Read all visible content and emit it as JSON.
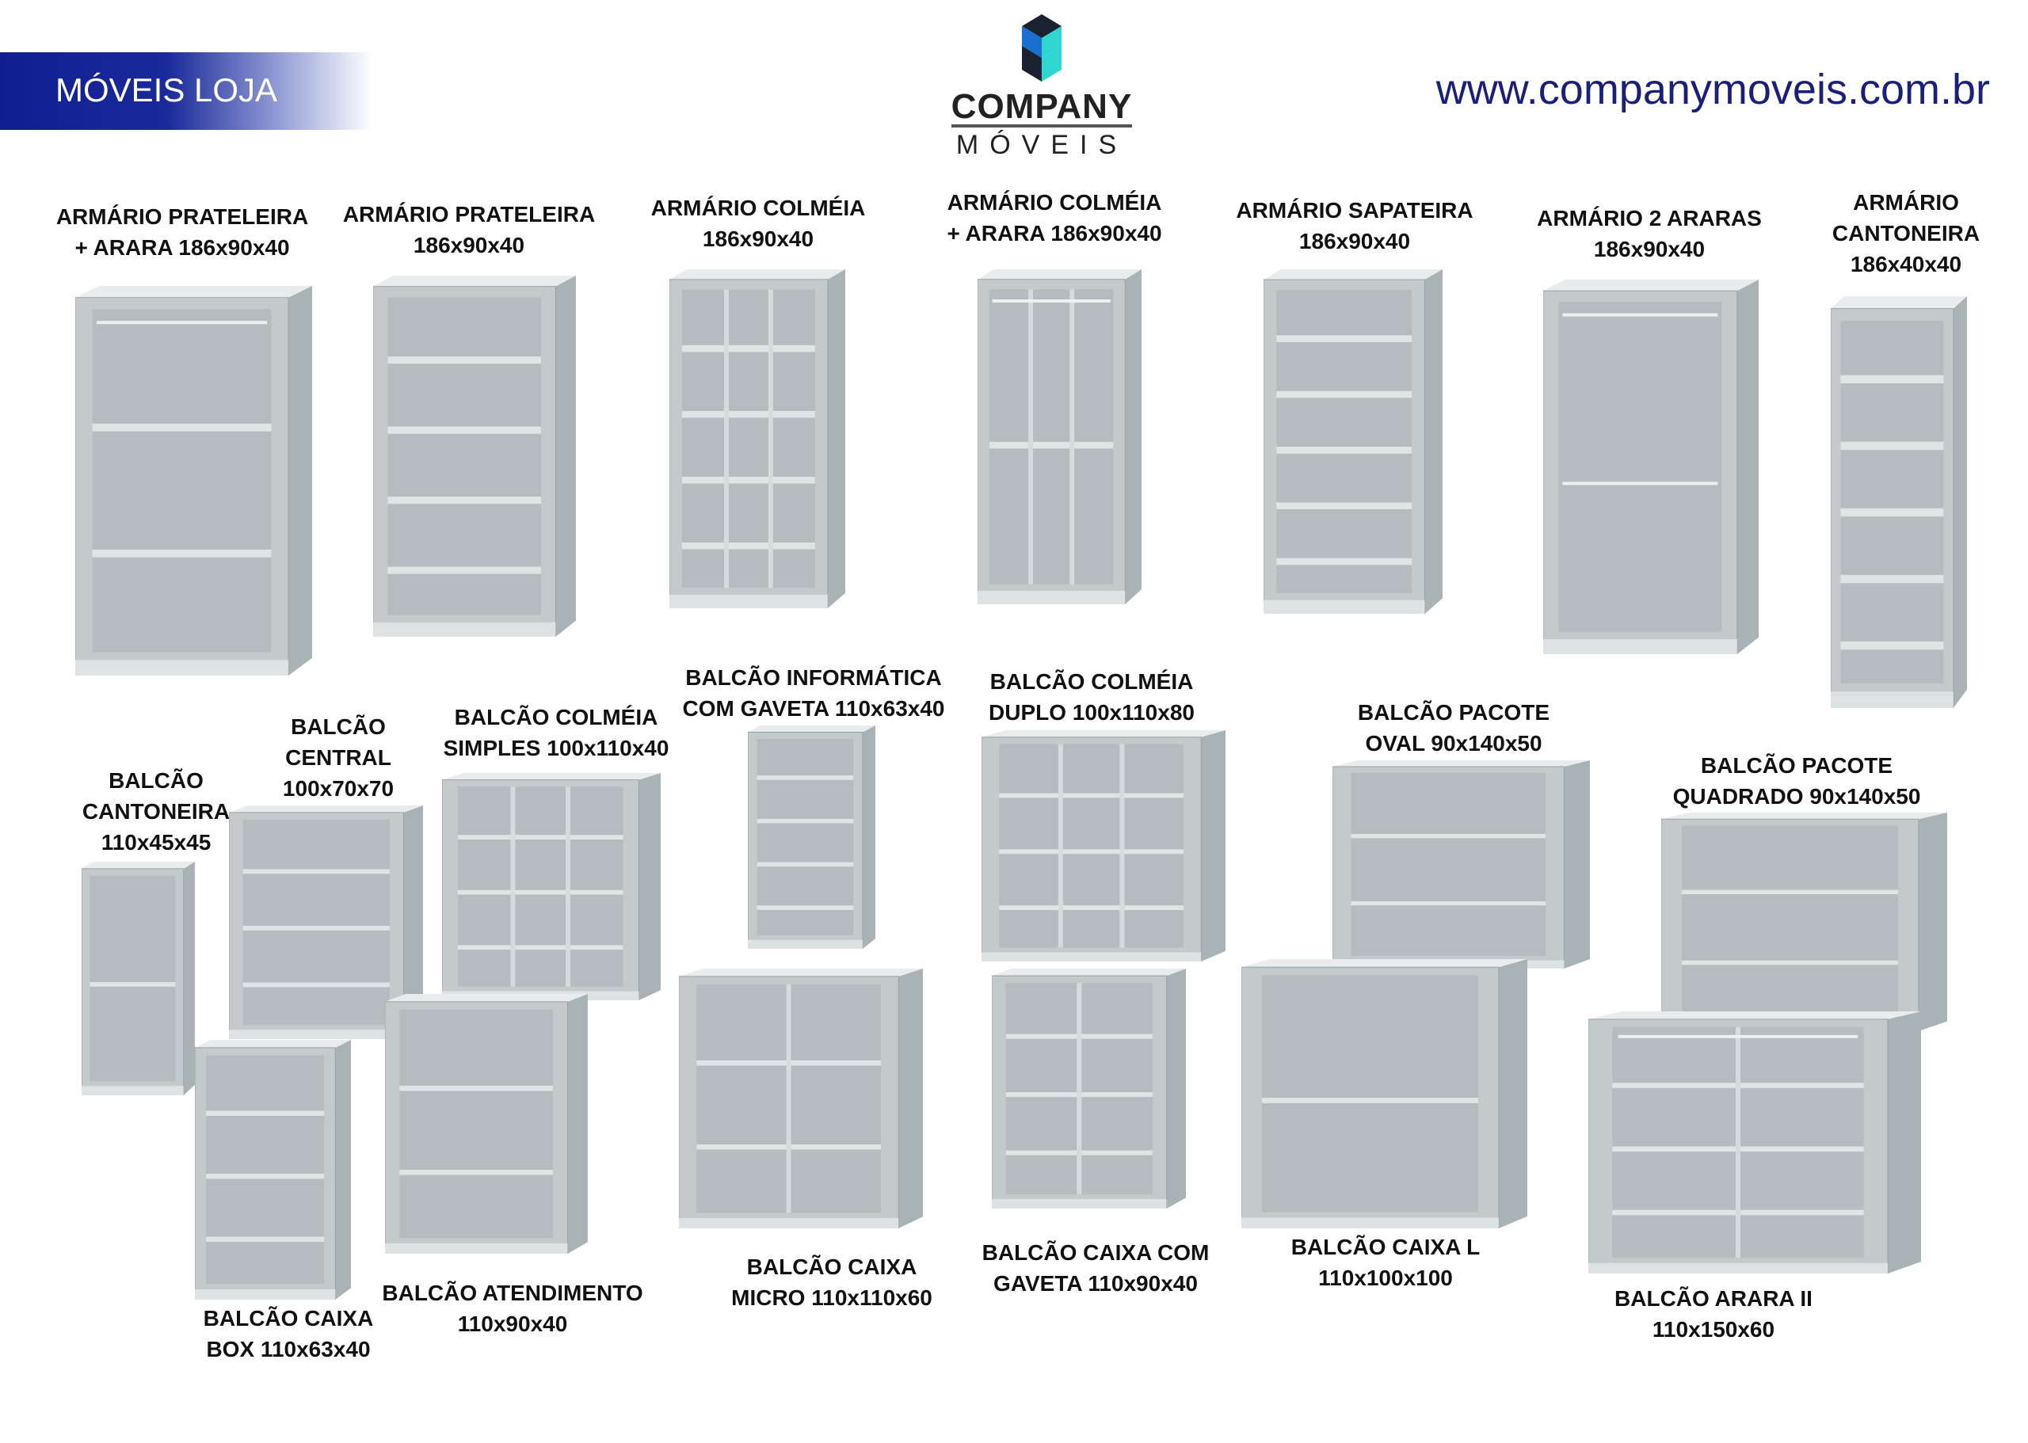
{
  "header": {
    "section_title": "MÓVEIS LOJA",
    "website": "www.companymoveis.com.br",
    "logo": {
      "line1": "COMPANY",
      "line2": "MÓVEIS"
    }
  },
  "colors": {
    "banner": "#0f1f8f",
    "url": "#1a1f7a",
    "furniture": "#c3cacc"
  },
  "products": [
    {
      "lines": [
        "ARMÁRIO PRATELEIRA",
        "+ ARARA 186x90x40"
      ]
    },
    {
      "lines": [
        "ARMÁRIO PRATELEIRA",
        "186x90x40"
      ]
    },
    {
      "lines": [
        "ARMÁRIO COLMÉIA",
        "186x90x40"
      ]
    },
    {
      "lines": [
        "ARMÁRIO COLMÉIA",
        "+ ARARA 186x90x40"
      ]
    },
    {
      "lines": [
        "ARMÁRIO SAPATEIRA",
        "186x90x40"
      ]
    },
    {
      "lines": [
        "ARMÁRIO 2 ARARAS",
        "186x90x40"
      ]
    },
    {
      "lines": [
        "ARMÁRIO",
        "CANTONEIRA",
        "186x40x40"
      ]
    },
    {
      "lines": [
        "BALCÃO",
        "CANTONEIRA",
        "110x45x45"
      ]
    },
    {
      "lines": [
        "BALCÃO",
        "CENTRAL",
        "100x70x70"
      ]
    },
    {
      "lines": [
        "BALCÃO COLMÉIA",
        "SIMPLES 100x110x40"
      ]
    },
    {
      "lines": [
        "BALCÃO INFORMÁTICA",
        "COM GAVETA 110x63x40"
      ]
    },
    {
      "lines": [
        "BALCÃO COLMÉIA",
        "DUPLO 100x110x80"
      ]
    },
    {
      "lines": [
        "BALCÃO PACOTE",
        "OVAL 90x140x50"
      ]
    },
    {
      "lines": [
        "BALCÃO PACOTE",
        "QUADRADO 90x140x50"
      ]
    },
    {
      "lines": [
        "BALCÃO CAIXA",
        "BOX 110x63x40"
      ]
    },
    {
      "lines": [
        "BALCÃO ATENDIMENTO",
        "110x90x40"
      ]
    },
    {
      "lines": [
        "BALCÃO CAIXA",
        "MICRO 110x110x60"
      ]
    },
    {
      "lines": [
        "BALCÃO CAIXA COM",
        "GAVETA 110x90x40"
      ]
    },
    {
      "lines": [
        "BALCÃO CAIXA L",
        "110x100x100"
      ]
    },
    {
      "lines": [
        "BALCÃO ARARA II",
        "110x150x60"
      ]
    }
  ]
}
